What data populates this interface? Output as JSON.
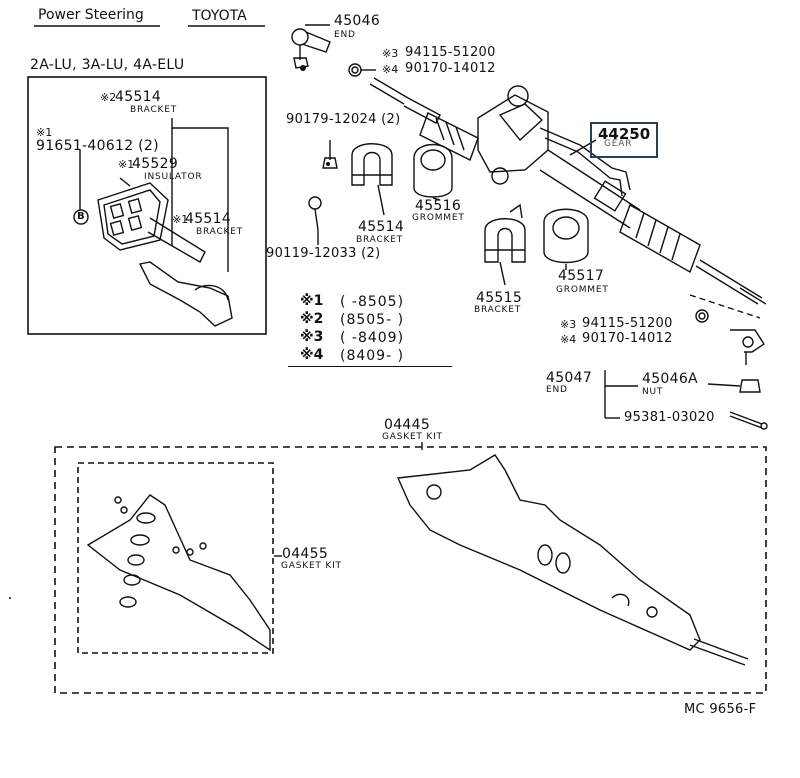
{
  "header": {
    "section": "Power Steering",
    "make": "TOYOTA"
  },
  "inset": {
    "title": "2A-LU, 3A-LU, 4A-ELU",
    "marks": {
      "m1": "※1",
      "m2": "※2"
    },
    "parts": {
      "bracket_top": {
        "number": "45514",
        "name": "BRACKET"
      },
      "bolt": {
        "number": "91651-40612 (2)"
      },
      "insulator": {
        "number": "45529",
        "name": "INSULATOR"
      },
      "bracket_side": {
        "number": "45514",
        "name": "BRACKET"
      },
      "callout_b": "B"
    }
  },
  "parts": {
    "end_top": {
      "number": "45046",
      "name": "END"
    },
    "nut_a": {
      "mark": "※3",
      "number": "94115-51200"
    },
    "nut_b": {
      "mark": "※4",
      "number": "90170-14012"
    },
    "bolt_upper": {
      "number": "90179-12024 (2)"
    },
    "gear": {
      "number": "44250",
      "name": "GEAR"
    },
    "grommet_left": {
      "number": "45516",
      "name": "GROMMET"
    },
    "bracket_left": {
      "number": "45514",
      "name": "BRACKET"
    },
    "bolt_lower": {
      "number": "90119-12033 (2)"
    },
    "grommet_right": {
      "number": "45517",
      "name": "GROMMET"
    },
    "bracket_right": {
      "number": "45515",
      "name": "BRACKET"
    },
    "nut_c": {
      "mark": "※3",
      "number": "94115-51200"
    },
    "nut_d": {
      "mark": "※4",
      "number": "90170-14012"
    },
    "end_right": {
      "number": "45047",
      "name": "END"
    },
    "nut_castle": {
      "number": "45046A",
      "name": "NUT"
    },
    "cotter_pin": {
      "number": "95381-03020"
    },
    "gasket_kit_main": {
      "number": "04445",
      "name": "GASKET KIT"
    },
    "gasket_kit_sub": {
      "number": "04455",
      "name": "GASKET KIT"
    }
  },
  "footnotes": [
    {
      "mark": "※1",
      "range": "(      -8505)"
    },
    {
      "mark": "※2",
      "range": "(8505-       )"
    },
    {
      "mark": "※3",
      "range": "(      -8409)"
    },
    {
      "mark": "※4",
      "range": "(8409-       )"
    }
  ],
  "catalog_ref": "MC 9656-F",
  "colors": {
    "line": "#111111",
    "highlight_box": "#2c3e50"
  }
}
